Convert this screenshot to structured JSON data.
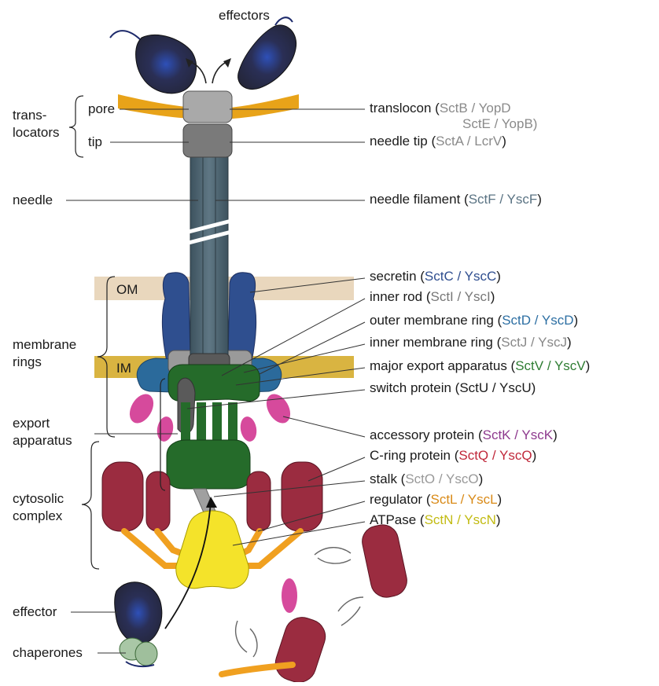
{
  "title": "effectors",
  "left_labels": {
    "translocators_1": "trans-",
    "translocators_2": "locators",
    "pore": "pore",
    "tip": "tip",
    "needle": "needle",
    "om": "OM",
    "im": "IM",
    "membrane_rings_1": "membrane",
    "membrane_rings_2": "rings",
    "export_apparatus_1": "export",
    "export_apparatus_2": "apparatus",
    "cytosolic_complex_1": "cytosolic",
    "cytosolic_complex_2": "complex",
    "effector": "effector",
    "chaperones": "chaperones"
  },
  "components": [
    {
      "id": "translocon",
      "name": "translocon (",
      "code1": "SctB / YopD",
      "code1_color": "#8a8a8a",
      "code2": "SctE / YopB)",
      "code2_color": "#8a8a8a"
    },
    {
      "id": "needle-tip",
      "name": "needle tip (",
      "code1": "SctA / LcrV",
      "code1_color": "#8a8a8a",
      "tail": ")"
    },
    {
      "id": "needle-filament",
      "name": "needle filament (",
      "code1": "SctF / YscF",
      "code1_color": "#5a7383",
      "tail": ")"
    },
    {
      "id": "secretin",
      "name": "secretin (",
      "code1": "SctC / YscC",
      "code1_color": "#2f4e8f",
      "tail": ")"
    },
    {
      "id": "inner-rod",
      "name": "inner rod (",
      "code1": "SctI / YscI",
      "code1_color": "#777777",
      "tail": ")"
    },
    {
      "id": "outer-membrane-ring",
      "name": "outer membrane ring (",
      "code1": "SctD / YscD",
      "code1_color": "#2d6fa3",
      "tail": ")"
    },
    {
      "id": "inner-membrane-ring",
      "name": "inner membrane ring (",
      "code1": "SctJ / YscJ",
      "code1_color": "#888888",
      "tail": ")"
    },
    {
      "id": "major-export-apparatus",
      "name": "major export apparatus (",
      "code1": "SctV / YscV",
      "code1_color": "#2e7d32",
      "tail": ")"
    },
    {
      "id": "switch-protein",
      "name": "switch protein (SctU / YscU)",
      "code1": "",
      "code1_color": "#1a1a1a",
      "tail": ""
    },
    {
      "id": "accessory-protein",
      "name": "accessory protein (",
      "code1": "SctK / YscK",
      "code1_color": "#8e3a8e",
      "tail": ")"
    },
    {
      "id": "c-ring-protein",
      "name": "C-ring protein (",
      "code1": "SctQ / YscQ",
      "code1_color": "#c0283a",
      "tail": ")"
    },
    {
      "id": "stalk",
      "name": "stalk (",
      "code1": "SctO / YscO",
      "code1_color": "#999999",
      "tail": ")"
    },
    {
      "id": "regulator",
      "name": "regulator (",
      "code1": "SctL / YscL",
      "code1_color": "#d98a17",
      "tail": ")"
    },
    {
      "id": "atpase",
      "name": "ATPase (",
      "code1": "SctN / YscN",
      "code1_color": "#c2bb12",
      "tail": ")"
    }
  ],
  "colors": {
    "translocon_membrane": "#e8a319",
    "needle": "#4f6673",
    "om_band": "#e9d7bd",
    "im_band": "#d9b441",
    "secretin": "#2f4f8f",
    "membrane_ring": "#2b6a9b",
    "inner_ring": "#9a9a9a",
    "inner_rod": "#5a5a5a",
    "export_apparatus": "#256b2a",
    "accessory": "#d64a9c",
    "c_ring": "#9b2c40",
    "stalk": "#a0a0a0",
    "regulator": "#f0a020",
    "atpase": "#f4e32a",
    "effector": "#2b2f4a",
    "chaperone": "#a9c7a6"
  }
}
